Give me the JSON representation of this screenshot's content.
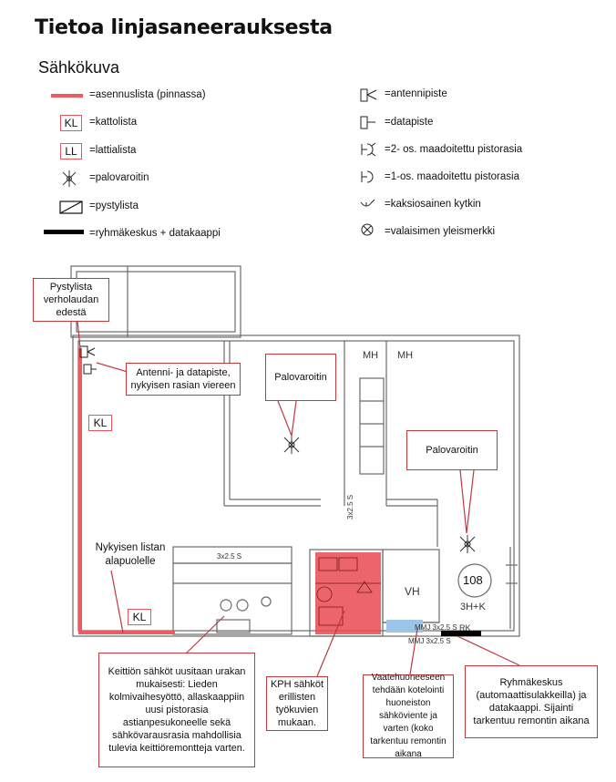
{
  "header": {
    "title": "Tietoa linjasaneerauksesta",
    "subtitle": "Sähkökuva"
  },
  "legend_left": [
    {
      "icon": "red-line-icon",
      "text": "=asennuslista (pinnassa)"
    },
    {
      "icon": "kl-box-icon",
      "code": "KL",
      "text": "=kattolista"
    },
    {
      "icon": "ll-box-icon",
      "code": "LL",
      "text": "=lattialista"
    },
    {
      "icon": "smoke-detector-icon",
      "text": "=palovaroitin"
    },
    {
      "icon": "vertical-duct-icon",
      "text": "=pystylista"
    },
    {
      "icon": "black-bar-icon",
      "text": "=ryhmäkeskus + datakaappi"
    }
  ],
  "legend_right": [
    {
      "icon": "antenna-outlet-icon",
      "text": "=antennipiste"
    },
    {
      "icon": "data-outlet-icon",
      "text": "=datapiste"
    },
    {
      "icon": "double-socket-icon",
      "text": "=2- os. maadoitettu pistorasia"
    },
    {
      "icon": "single-socket-icon",
      "text": "=1-os. maadoitettu pistorasia"
    },
    {
      "icon": "two-way-switch-icon",
      "text": "=kaksiosainen kytkin"
    },
    {
      "icon": "light-fixture-icon",
      "text": "=valaisimen yleismerkki"
    }
  ],
  "plan": {
    "labels": {
      "kl_top": "KL",
      "kl_bottom": "KL",
      "mh1": "MH",
      "mh2": "MH",
      "vh": "VH",
      "room_number": "108",
      "room_type": "3H+K",
      "rk": "RK",
      "cable_a": "3x2.5 S",
      "cable_b": "MMJ 3x2.5 S",
      "cable_c": "MMJ 3x2.5 S",
      "cable_d": "3x2.5 S"
    },
    "annotations": {
      "pystylista": "Pystylista verholaudan edestä",
      "antenni": "Antenni- ja datapiste, nykyisen rasian viereen",
      "palovaroitin_1": "Palovaroitin",
      "palovaroitin_2": "Palovaroitin",
      "nykyisen": "Nykyisen listan alapuolelle",
      "keittio": "Keittiön sähköt uusitaan urakan mukaisesti: Lieden kolmivaihesyöttö, allaskaappiin uusi pistorasia astianpesukoneelle sekä sähkövarausrasia mahdollisia tulevia keittiöremontteja varten.",
      "kph": "KPH sähköt erillisten työkuvien mukaan.",
      "vaatehuone": "Vaatehuoneeseen tehdään kotelointi huoneiston sähköviente ja varten (koko tarkentuu remontin aikana",
      "ryhmakeskus": "Ryhmäkeskus (automaattisulakkeilla) ja datakaappi. Sijainti tarkentuu remontin aikana"
    }
  },
  "colors": {
    "red_line": "#ee5a60",
    "callout_border": "#c0393f",
    "bathroom_fill": "#e84a50",
    "closet_fill": "#9cc3e8",
    "wall": "#6b6b6b"
  }
}
